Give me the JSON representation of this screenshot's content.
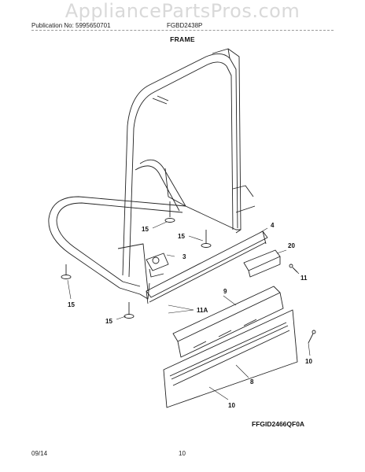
{
  "watermark": "AppliancePartsPros.com",
  "header": {
    "publication": "Publication No: 5995650701",
    "model": "FGBD2438P"
  },
  "section_title": "FRAME",
  "callouts": {
    "c4": "4",
    "c20": "20",
    "c3": "3",
    "c15a": "15",
    "c15b": "15",
    "c15c": "15",
    "c15d": "15",
    "c11": "11",
    "c11a": "11A",
    "c9": "9",
    "c8": "8",
    "c10a": "10",
    "c10b": "10"
  },
  "figure_id": "FFGID2466QF0A",
  "footer": {
    "date": "09/14",
    "page": "10"
  }
}
